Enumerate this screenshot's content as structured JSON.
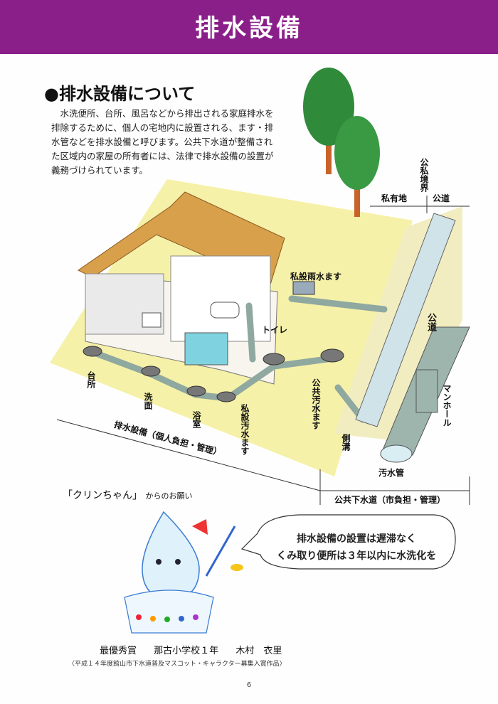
{
  "header": {
    "title": "排水設備"
  },
  "section": {
    "heading": "●排水設備について",
    "intro": "　水洗便所、台所、風呂などから排出される家庭排水を\n排除するために、個人の宅地内に設置される、ます・排\n水管などを排水設備と呼びます。公共下水道が整備され\nた区域内の家屋の所有者には、法律で排水設備の設置が\n義務づけられています。"
  },
  "diagram": {
    "boundary": "公私境界",
    "private_land": "私有地",
    "public_road": "公道",
    "rain_basin": "私設雨水ます",
    "toilet": "トイレ",
    "kitchen": "台所",
    "washroom": "洗面",
    "bathroom": "浴室",
    "private_sewage_basin": "私設汚水ます",
    "public_sewage_basin": "公共汚水ます",
    "public_road_vertical": "公道",
    "manhole": "マンホール",
    "side_ditch": "側溝",
    "sewer_pipe": "汚水管",
    "private_section": "排水設備（個人負担・管理）",
    "public_section": "公共下水道（市負担・管理）"
  },
  "mascot": {
    "title_main": "「クリンちゃん」",
    "title_sub": "からのお願い",
    "message": "排水設備の設置は遅滞なく\nくみ取り便所は３年以内に水洗化を",
    "award": "最優秀賞",
    "school": "那古小学校１年",
    "author": "木村　衣里",
    "caption": "〈平成１４年度館山市下水道普及マスコット・キャラクター募集入賞作品〉"
  },
  "page_number": "6",
  "colors": {
    "header": "#8a1f8a",
    "ground": "#f6f1a8",
    "roof": "#d9a04c",
    "pipe": "#8fa8a0",
    "tree": "#2f8a3a"
  }
}
